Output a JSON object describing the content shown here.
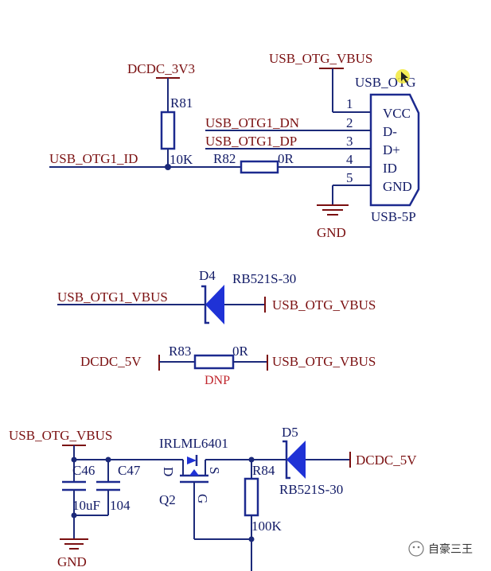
{
  "connector": {
    "net_vbus": "USB_OTG_VBUS",
    "designator": "USB_OTG",
    "part": "USB-5P",
    "pins": [
      {
        "num": "1",
        "name": "VCC"
      },
      {
        "num": "2",
        "name": "D-"
      },
      {
        "num": "3",
        "name": "D+"
      },
      {
        "num": "4",
        "name": "ID"
      },
      {
        "num": "5",
        "name": "GND"
      }
    ],
    "net_dn": "USB_OTG1_DN",
    "net_dp": "USB_OTG1_DP",
    "net_id": "USB_OTG1_ID",
    "gnd": "GND"
  },
  "r81": {
    "ref": "R81",
    "value": "10K",
    "supply": "DCDC_3V3"
  },
  "r82": {
    "ref": "R82",
    "value": "0R"
  },
  "d4": {
    "ref": "D4",
    "part": "RB521S-30",
    "left_net": "USB_OTG1_VBUS",
    "right_net": "USB_OTG_VBUS"
  },
  "r83": {
    "ref": "R83",
    "value": "0R",
    "note": "DNP",
    "left_net": "DCDC_5V",
    "right_net": "USB_OTG_VBUS"
  },
  "bottom": {
    "supply": "USB_OTG_VBUS",
    "c46": {
      "ref": "C46",
      "value": "10uF"
    },
    "c47": {
      "ref": "C47",
      "value": "104"
    },
    "q2": {
      "ref": "Q2",
      "part": "IRLML6401",
      "pin_d": "D",
      "pin_s": "S",
      "pin_g": "G"
    },
    "r84": {
      "ref": "R84",
      "value": "100K"
    },
    "d5": {
      "ref": "D5",
      "part": "RB521S-30"
    },
    "out_net": "DCDC_5V",
    "gnd": "GND"
  },
  "watermark": "自豪三王"
}
